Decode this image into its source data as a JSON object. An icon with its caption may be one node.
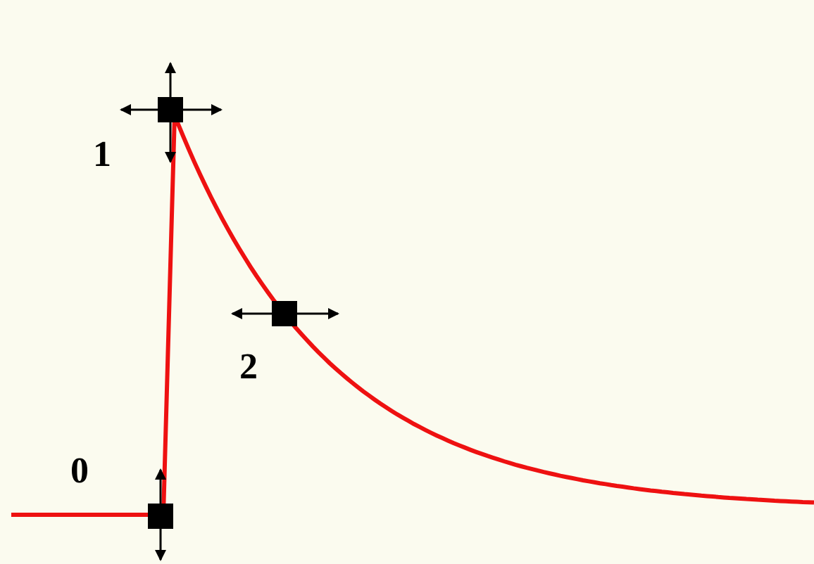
{
  "diagram": {
    "labels": [
      "1",
      "2",
      "0"
    ]
  }
}
